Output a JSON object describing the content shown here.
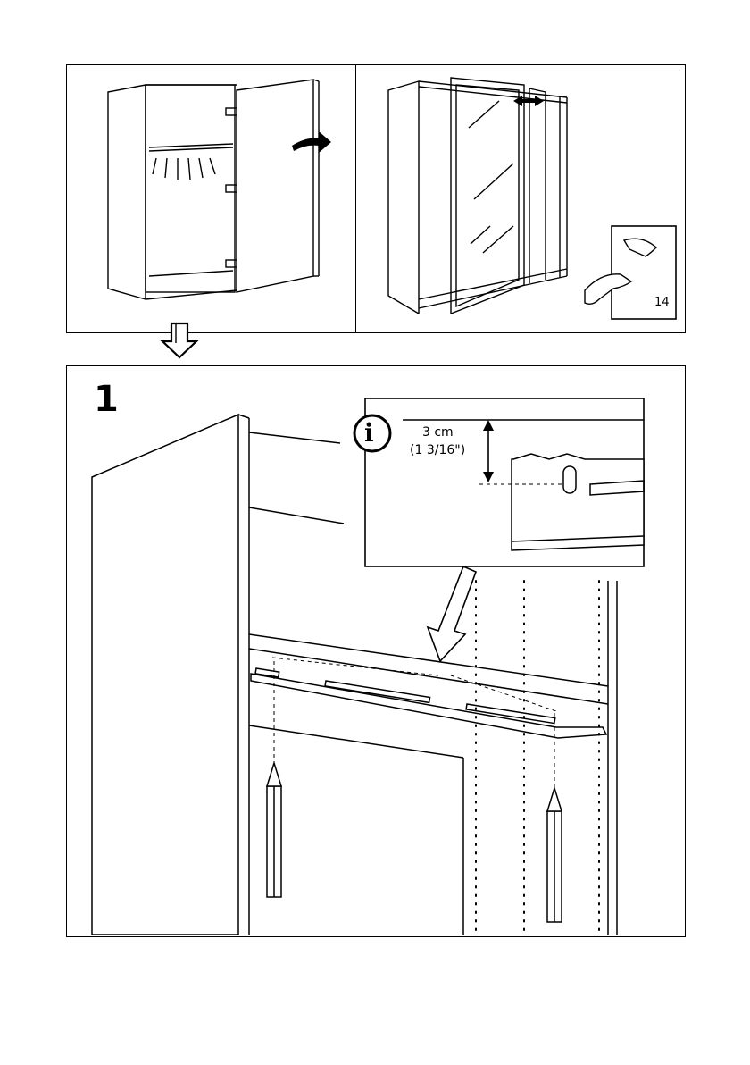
{
  "top_left": {
    "description_icon": "open-door-arrow-icon"
  },
  "top_right": {
    "page_reference": "14"
  },
  "step": {
    "number": "1",
    "info": {
      "measurement": "3 cm",
      "measurement_imperial": "(1 3/16\")"
    }
  }
}
